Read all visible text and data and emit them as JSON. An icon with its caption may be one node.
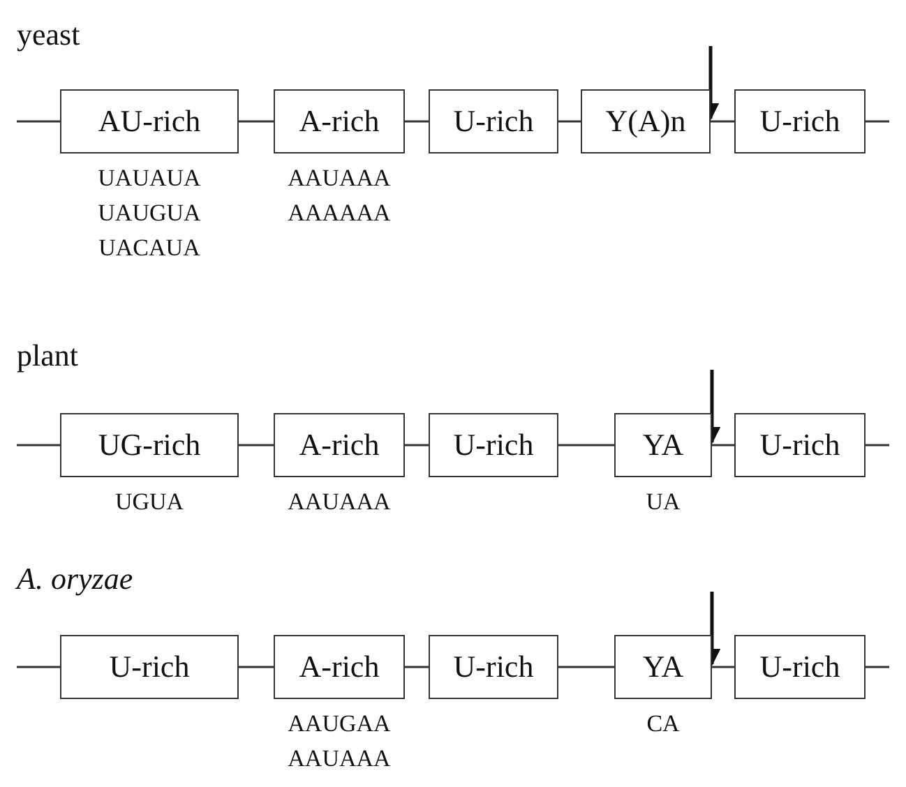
{
  "diagram": {
    "nodes": [
      {
        "text": [
          "AU-rich"
        ],
        "beside": [
          "UAUAUA",
          "UAUGUA",
          "UACAUA"
        ]
      },
      {
        "text": [
          "A-rich"
        ],
        "beside": [
          "AAUAAA",
          "AAAAAA"
        ]
      },
      {
        "text": [
          "U-rich"
        ]
      },
      {
        "text": [
          "Y(A)n"
        ]
      },
      {
        "text": [
          "U-rich"
        ]
      },
      {
        "text": [
          "UG-rich"
        ],
        "beside": [
          "UGUA"
        ]
      },
      {
        "text": [
          "A-rich"
        ],
        "beside": [
          "AAUAAA"
        ]
      },
      {
        "text": [
          "U-rich"
        ]
      },
      {
        "text": [
          "YA"
        ],
        "beside": [
          "UA"
        ]
      },
      {
        "text": [
          "U-rich"
        ]
      },
      {
        "text": [
          "U-rich"
        ]
      },
      {
        "text": [
          "A-rich"
        ],
        "beside": [
          "AAUGAA",
          "AAUAAA"
        ]
      },
      {
        "text": [
          "U-rich"
        ]
      },
      {
        "text": [
          "YA"
        ],
        "beside": [
          "CA"
        ]
      },
      {
        "text": [
          "U-rich"
        ]
      }
    ],
    "edges": [
      {
        "from": null,
        "to": 0,
        "arrow": "none"
      },
      {
        "from": 0,
        "to": 1,
        "arrow": "none"
      },
      {
        "from": 1,
        "to": 2,
        "arrow": "none"
      },
      {
        "from": 2,
        "to": 3,
        "arrow": "none"
      },
      {
        "from": 3,
        "to": 4,
        "arrow": "none"
      },
      {
        "from": null,
        "to": 3,
        "arrow": "to"
      },
      {
        "from": 4,
        "to": null,
        "arrow": "none"
      },
      {
        "from": null,
        "to": 5,
        "arrow": "none"
      },
      {
        "from": 5,
        "to": 6,
        "arrow": "none"
      },
      {
        "from": 6,
        "to": 7,
        "arrow": "none"
      },
      {
        "from": 7,
        "to": 8,
        "arrow": "none"
      },
      {
        "from": 8,
        "to": 9,
        "arrow": "none"
      },
      {
        "from": null,
        "to": 8,
        "arrow": "to"
      },
      {
        "from": 9,
        "to": null,
        "arrow": "none"
      },
      {
        "from": null,
        "to": 10,
        "arrow": "none"
      },
      {
        "from": 10,
        "to": 11,
        "arrow": "none"
      },
      {
        "from": 11,
        "to": 12,
        "arrow": "none"
      },
      {
        "from": 12,
        "to": 13,
        "arrow": "none"
      },
      {
        "from": 13,
        "to": 14,
        "arrow": "none"
      },
      {
        "from": null,
        "to": 13,
        "arrow": "to"
      },
      {
        "from": 14,
        "to": null,
        "arrow": "none"
      }
    ],
    "labels": [
      "yeast",
      "plant",
      "A. oryzae"
    ]
  }
}
